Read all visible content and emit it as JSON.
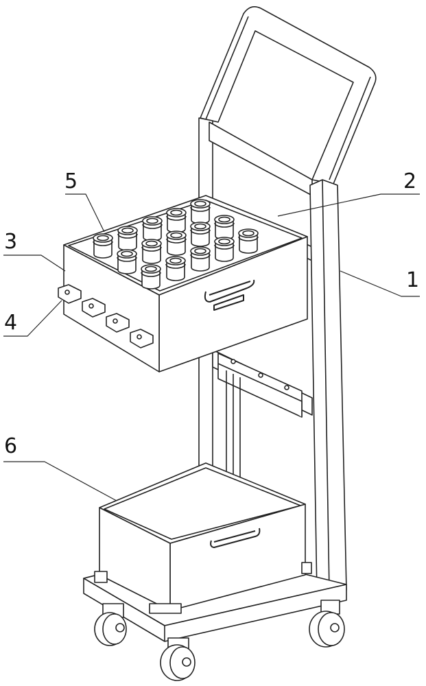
{
  "labels": {
    "l1": "1",
    "l2": "2",
    "l3": "3",
    "l4": "4",
    "l5": "5",
    "l6": "6"
  },
  "line_color": "#222222"
}
